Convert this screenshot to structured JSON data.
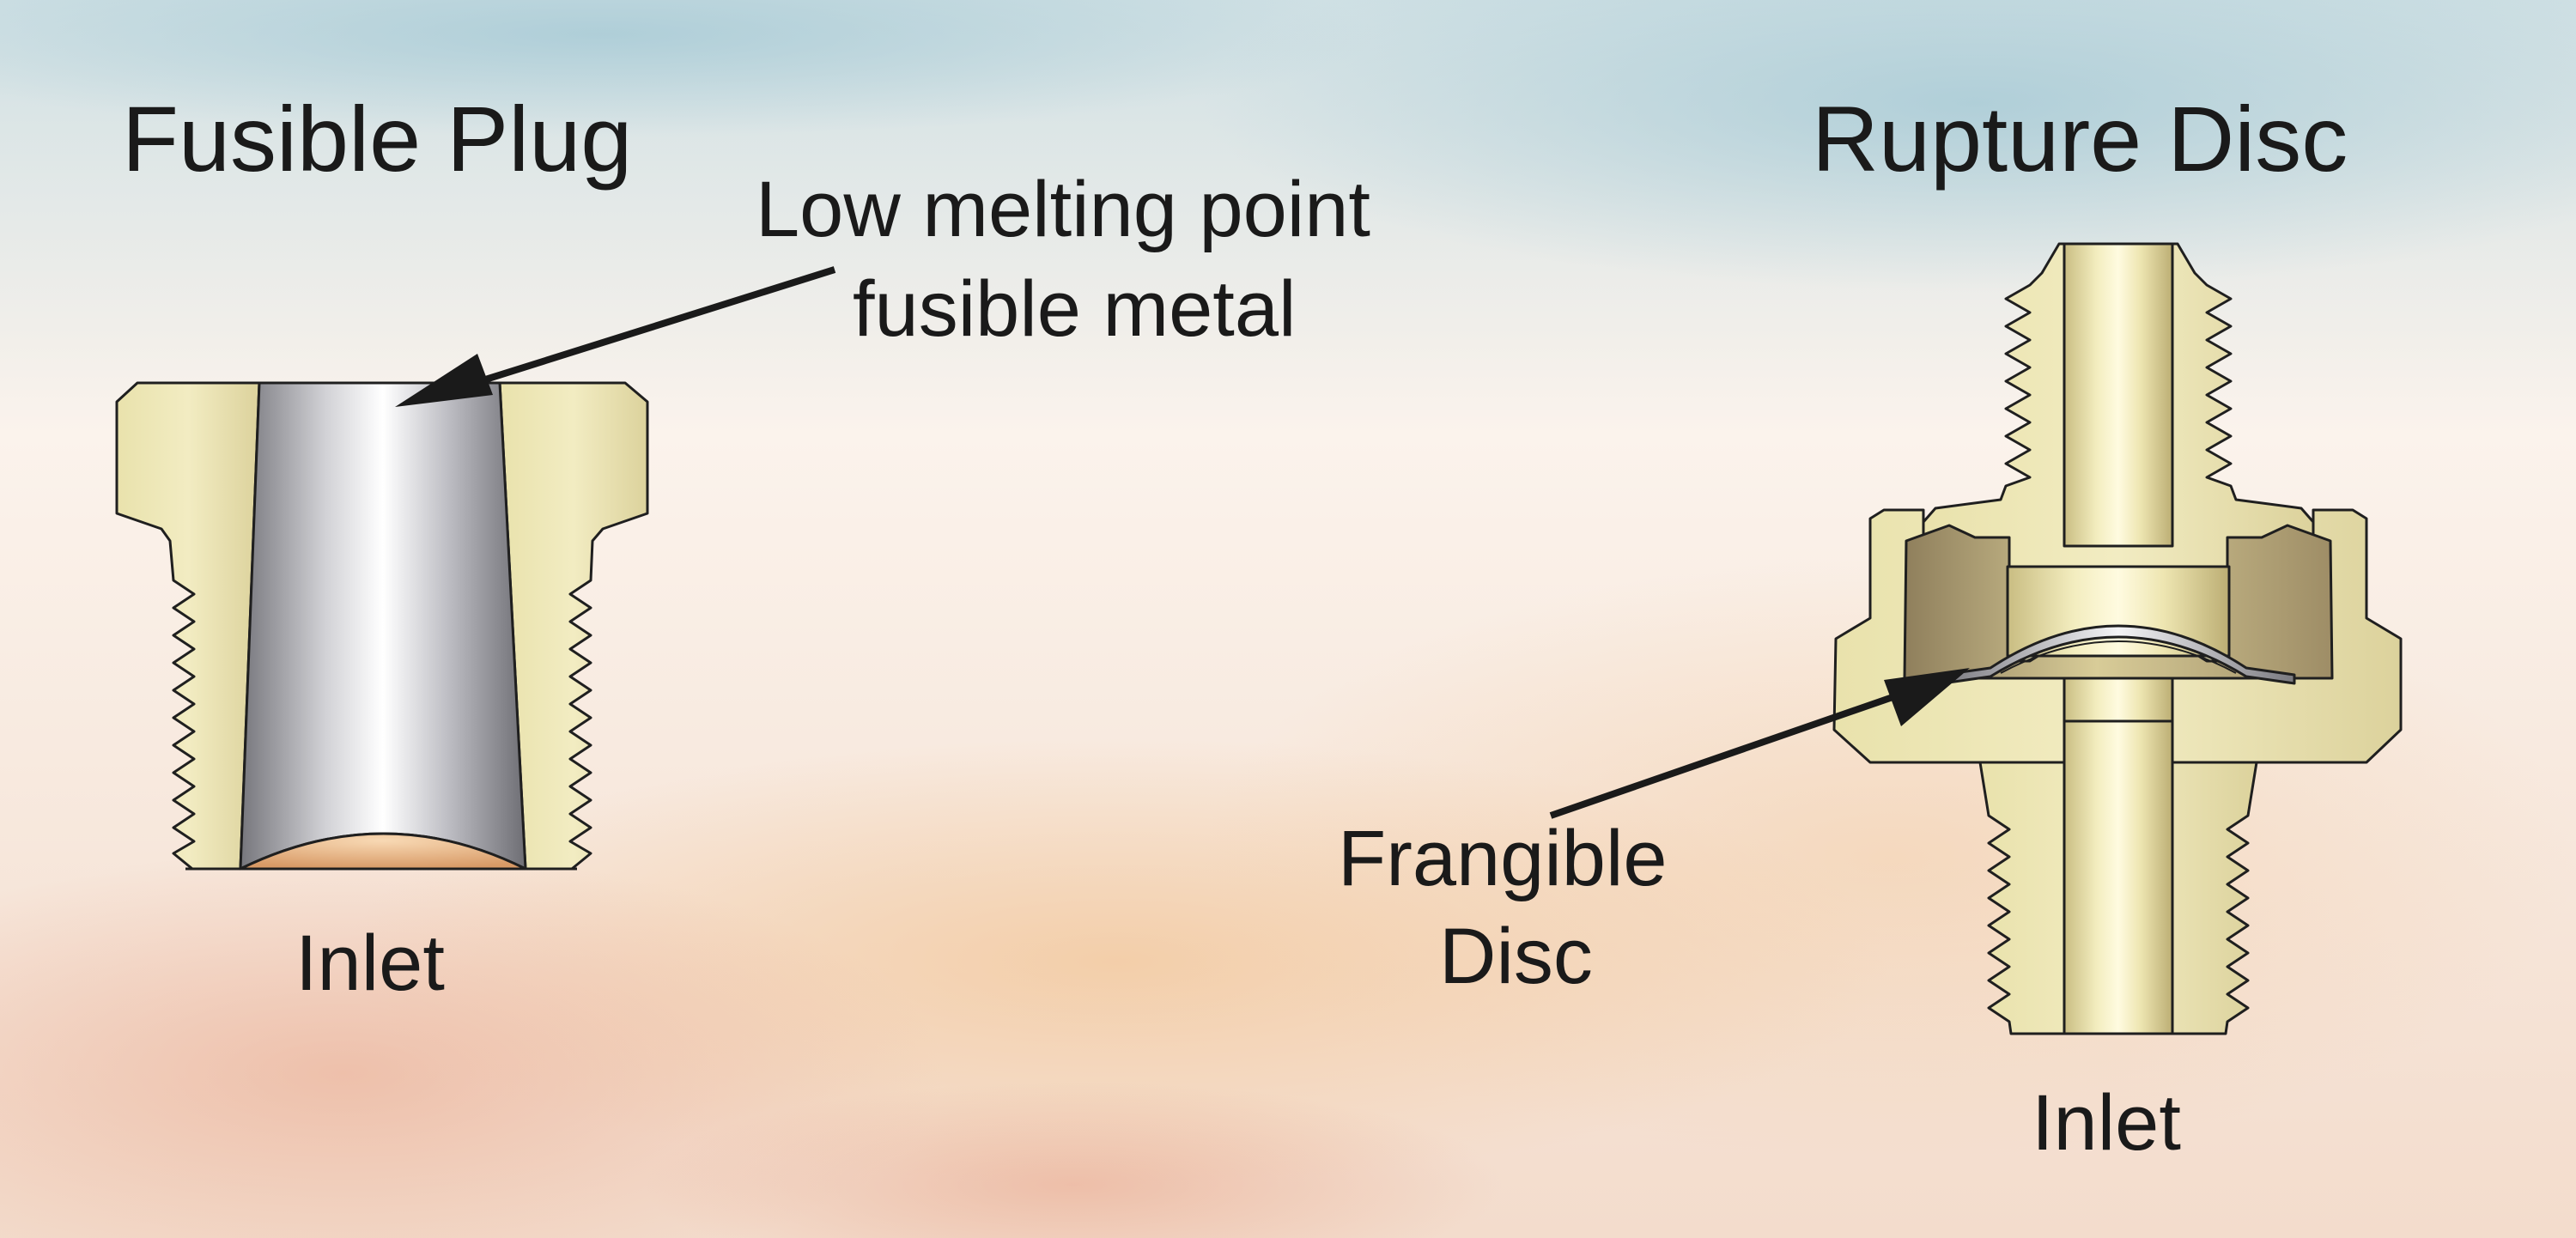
{
  "fusible_plug": {
    "title": "Fusible Plug",
    "callout_line1": "Low melting point",
    "callout_line2": "fusible metal",
    "inlet": "Inlet"
  },
  "rupture_disc": {
    "title": "Rupture Disc",
    "callout_line1": "Frangible",
    "callout_line2": "Disc",
    "inlet": "Inlet"
  },
  "colors": {
    "brass_light": "#f4efc0",
    "brass_mid": "#d9cf98",
    "brass_dark": "#a2916a",
    "metal_light": "#ffffff",
    "metal_dark": "#7e7e84",
    "outline": "#1f1f1f",
    "label_text": "#1a1a1a"
  }
}
